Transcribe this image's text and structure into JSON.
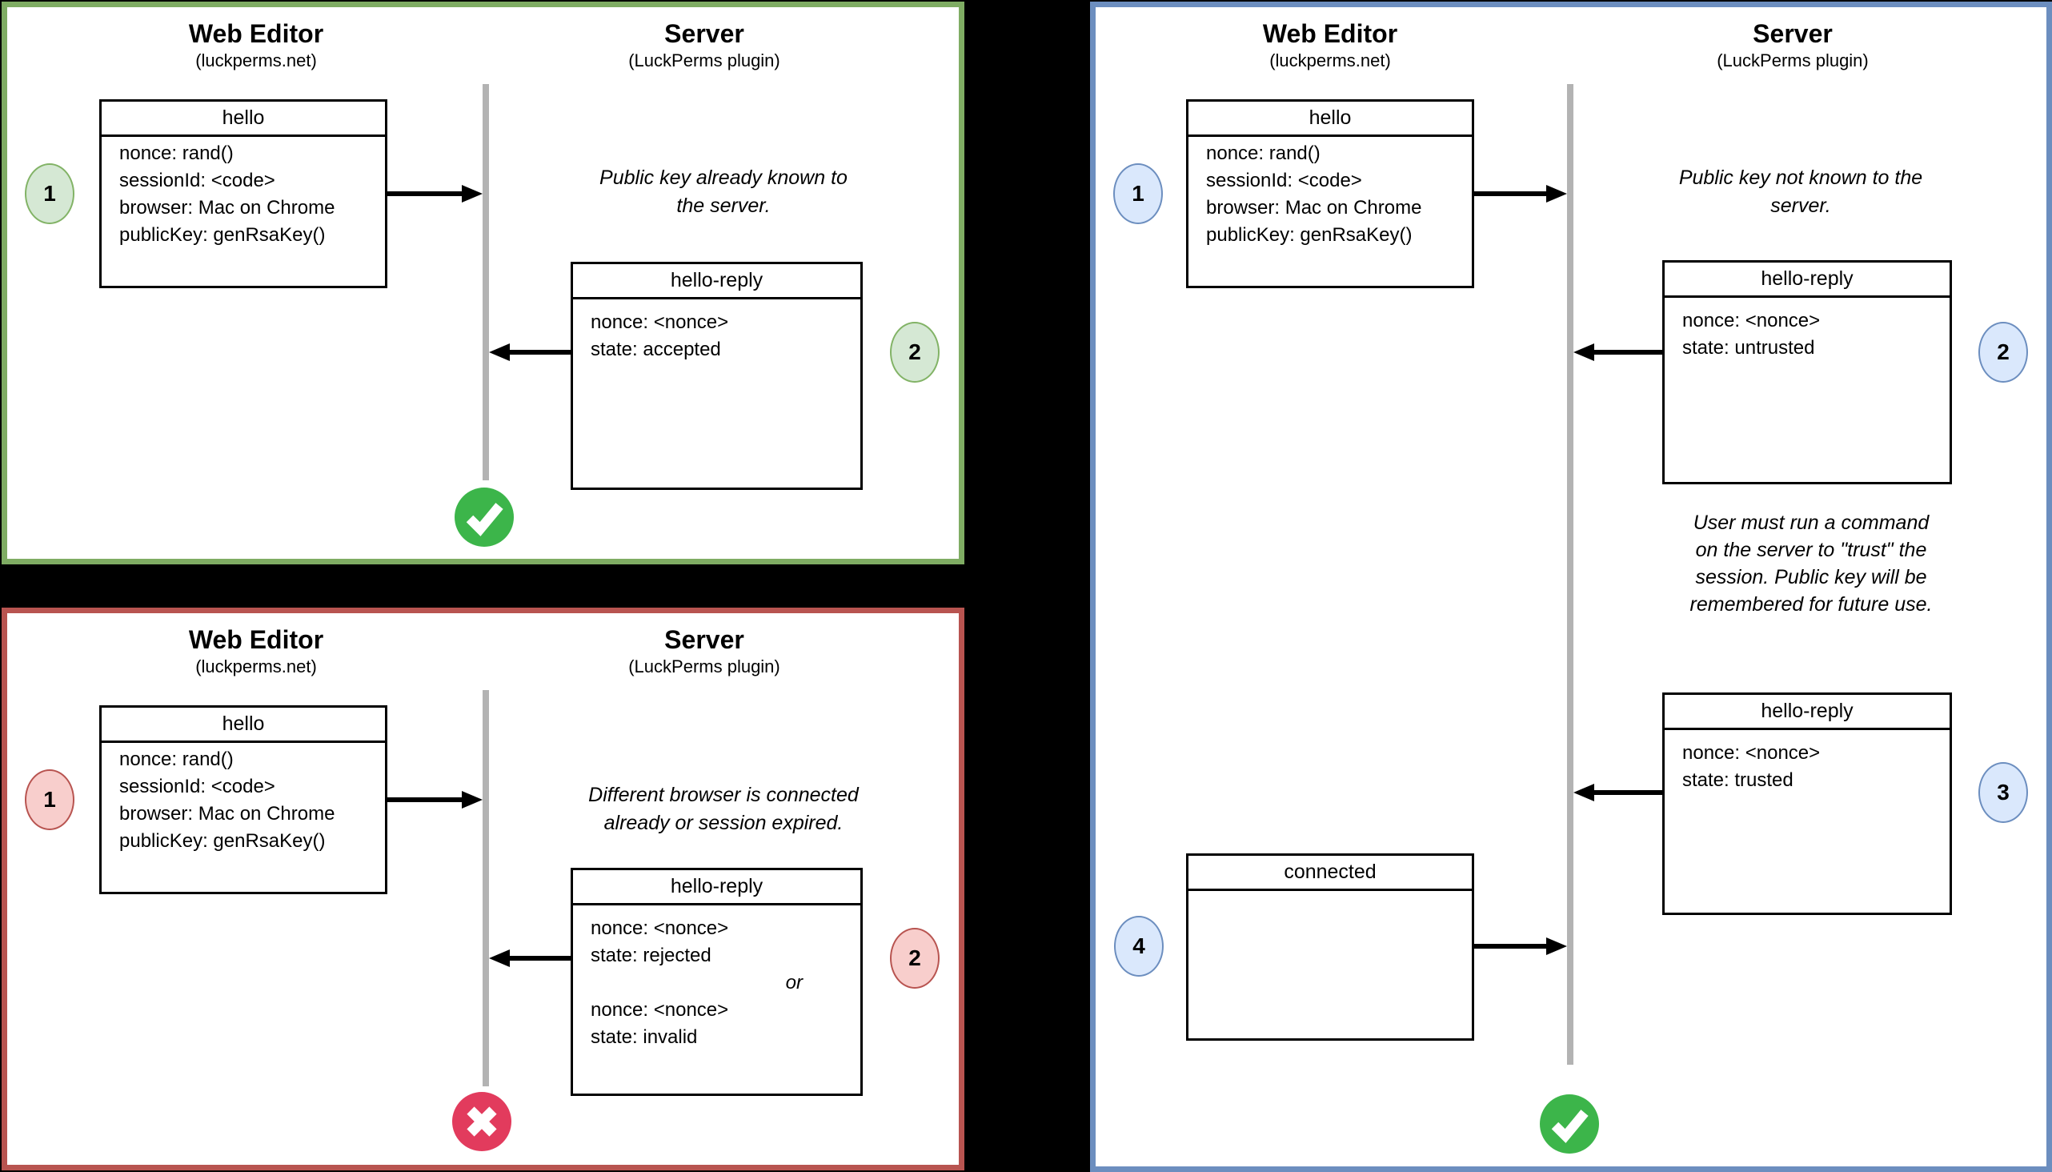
{
  "colors": {
    "background": "#000000",
    "panel_accepted_border": "#7FAC63",
    "panel_rejected_border": "#B85450",
    "panel_trust_border": "#6C8EBF",
    "badge_green_fill": "#D5E8D4",
    "badge_green_border": "#82B366",
    "badge_red_fill": "#F8CECC",
    "badge_red_border": "#B85450",
    "badge_blue_fill": "#DAE8FC",
    "badge_blue_border": "#6C8EBF",
    "lifeline_gray": "#B3B3B3",
    "success_green": "#3CB54A",
    "failure_red": "#E23B5D"
  },
  "panels": {
    "accepted": {
      "web_editor": {
        "title": "Web Editor",
        "subtitle": "(luckperms.net)"
      },
      "server": {
        "title": "Server",
        "subtitle": "(LuckPerms plugin)"
      },
      "hello": {
        "title": "hello",
        "fields": [
          "nonce: rand()",
          "sessionId: <code>",
          "browser: Mac on Chrome",
          "publicKey: genRsaKey()"
        ]
      },
      "note_lines": [
        "Public key already known to",
        "the server."
      ],
      "reply": {
        "title": "hello-reply",
        "fields": [
          "nonce: <nonce>",
          "state: accepted"
        ]
      },
      "badges": {
        "msg1": "1",
        "msg2": "2"
      },
      "outcome": "success"
    },
    "rejected": {
      "web_editor": {
        "title": "Web Editor",
        "subtitle": "(luckperms.net)"
      },
      "server": {
        "title": "Server",
        "subtitle": "(LuckPerms plugin)"
      },
      "hello": {
        "title": "hello",
        "fields": [
          "nonce: rand()",
          "sessionId: <code>",
          "browser: Mac on Chrome",
          "publicKey: genRsaKey()"
        ]
      },
      "note_lines": [
        "Different browser is connected",
        "already or session expired."
      ],
      "reply": {
        "title": "hello-reply",
        "fields": [
          "nonce: <nonce>",
          "state: rejected",
          "or",
          "nonce: <nonce>",
          "state: invalid"
        ]
      },
      "badges": {
        "msg1": "1",
        "msg2": "2"
      },
      "outcome": "failure"
    },
    "trust_flow": {
      "web_editor": {
        "title": "Web Editor",
        "subtitle": "(luckperms.net)"
      },
      "server": {
        "title": "Server",
        "subtitle": "(LuckPerms plugin)"
      },
      "hello": {
        "title": "hello",
        "fields": [
          "nonce: rand()",
          "sessionId: <code>",
          "browser: Mac on Chrome",
          "publicKey: genRsaKey()"
        ]
      },
      "note_lines": [
        "Public key not known to the",
        "server."
      ],
      "reply_untrusted": {
        "title": "hello-reply",
        "fields": [
          "nonce: <nonce>",
          "state: untrusted"
        ]
      },
      "trust_note_lines": [
        "User must run a command",
        "on the server to \"trust\" the",
        "session. Public key will be",
        "remembered for future use."
      ],
      "reply_trusted": {
        "title": "hello-reply",
        "fields": [
          "nonce: <nonce>",
          "state: trusted"
        ]
      },
      "connected": {
        "title": "connected"
      },
      "badges": {
        "msg1": "1",
        "msg2": "2",
        "msg3": "3",
        "msg4": "4"
      },
      "outcome": "success"
    }
  }
}
